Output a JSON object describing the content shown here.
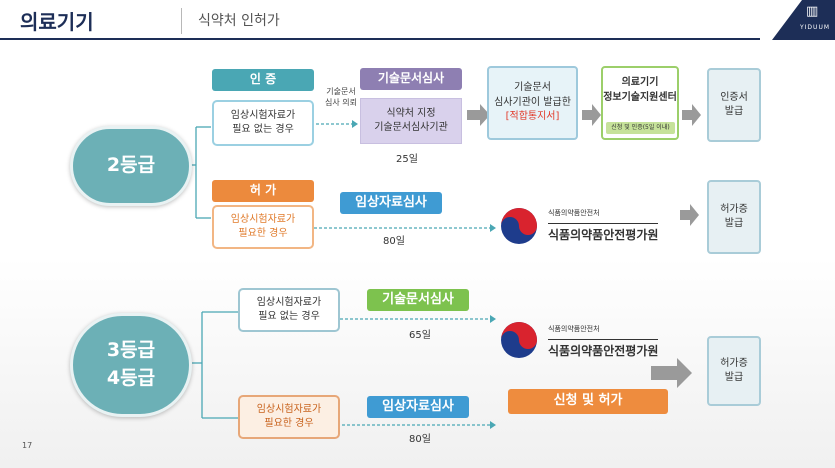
{
  "header": {
    "title": "의료기기",
    "subtitle": "식약처 인허가",
    "logo_text": "YIDUUM"
  },
  "page_number": "17",
  "grade2": {
    "circle_label": "2등급",
    "cert": {
      "tag": "인 증",
      "condition": [
        "임상시험자료가",
        "필요 없는 경우"
      ],
      "request_note": [
        "기술문서",
        "심사 의뢰"
      ],
      "review_tag": "기술문서심사",
      "review_body": [
        "식약처 지정",
        "기술문서심사기관"
      ],
      "review_days": "25일",
      "issue_box": [
        "기술문서",
        "심사기관이 발급한",
        "[적합통지서]"
      ],
      "center_box": [
        "의료기기",
        "정보기술지원센터"
      ],
      "center_pill": "신청 및 인증(5일 이내)",
      "result": [
        "인증서",
        "발급"
      ]
    },
    "permit": {
      "tag": "허 가",
      "condition": [
        "임상시험자료가",
        "필요한 경우"
      ],
      "review_tag": "임상자료심사",
      "review_days": "80일",
      "agency_small": "식품의약품안전처",
      "agency_big": "식품의약품안전평가원",
      "result": [
        "허가증",
        "발급"
      ]
    }
  },
  "grade34": {
    "circle_label": [
      "3등급",
      "4등급"
    ],
    "no_clinical": {
      "condition": [
        "임상시험자료가",
        "필요 없는 경우"
      ],
      "review_tag": "기술문서심사",
      "review_days": "65일"
    },
    "clinical": {
      "condition": [
        "임상시험자료가",
        "필요한 경우"
      ],
      "review_tag": "임상자료심사",
      "review_days": "80일"
    },
    "agency_small": "식품의약품안전처",
    "agency_big": "식품의약품안전평가원",
    "apply_bar": "신청 및 허가",
    "result": [
      "허가증",
      "발급"
    ]
  },
  "colors": {
    "navy": "#1d2e57",
    "teal": "#4aa7b4",
    "orange": "#ec8a3d",
    "purple": "#8e7fb2",
    "blue": "#3f9bd3",
    "green": "#7dc24e"
  }
}
